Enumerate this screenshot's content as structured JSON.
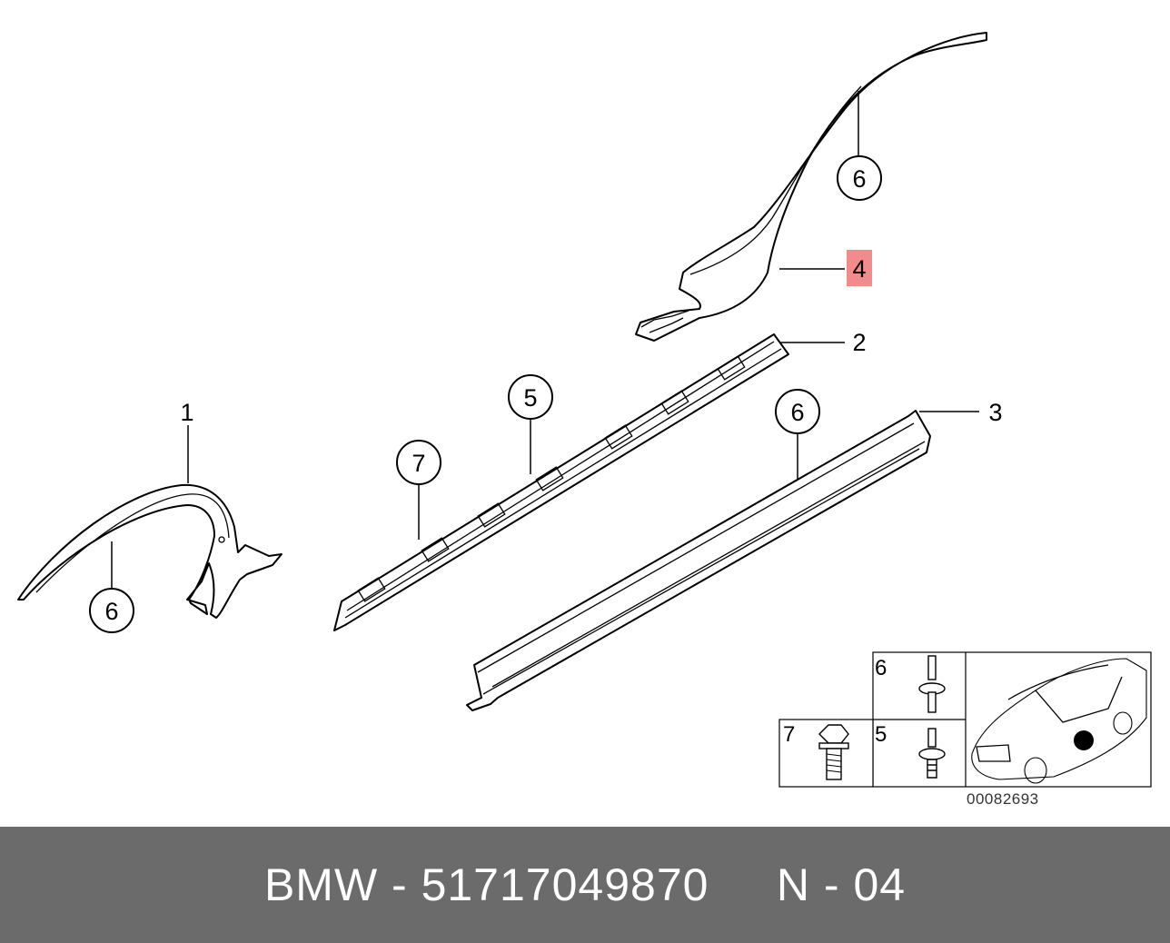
{
  "callouts": {
    "c1": "1",
    "c2": "2",
    "c3": "3",
    "c4": "4",
    "c5": "5",
    "c6a": "6",
    "c6b": "6",
    "c6c": "6",
    "c7": "7"
  },
  "inset": {
    "label_6": "6",
    "label_7": "7",
    "label_5": "5"
  },
  "diagram_code": "00082693",
  "footer": {
    "text": "BMW - 51717049870     N - 04"
  },
  "highlight_color": "#f28b8b"
}
